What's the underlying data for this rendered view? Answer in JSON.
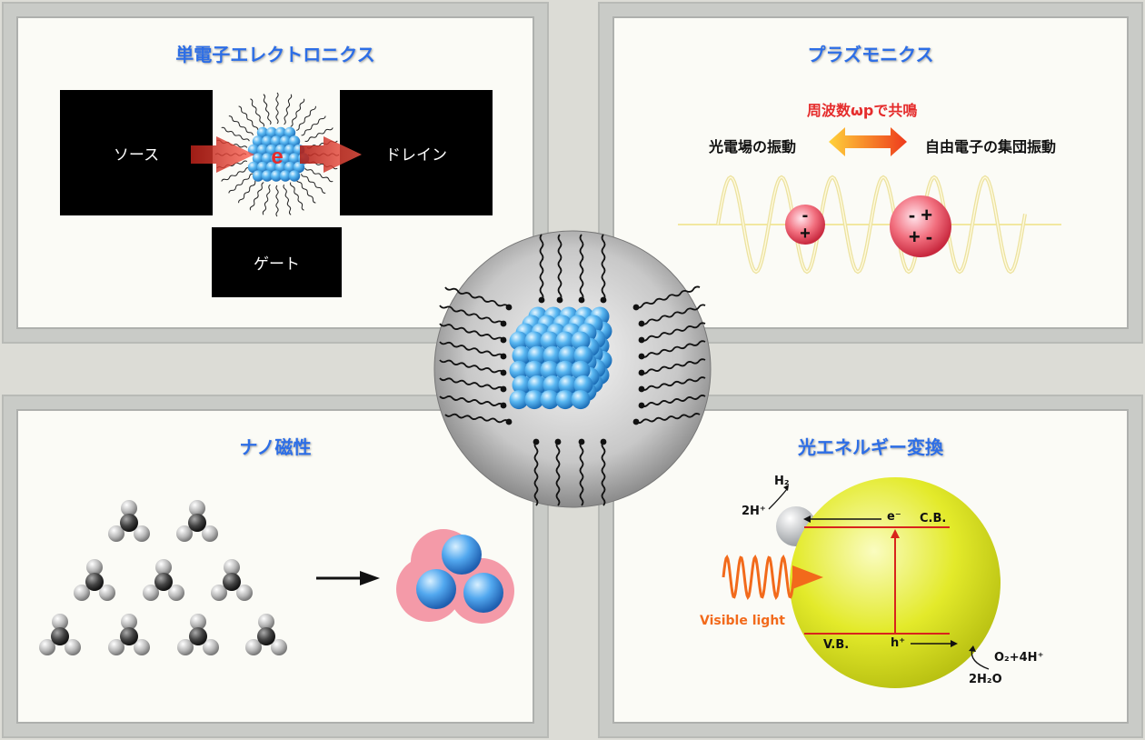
{
  "panels": {
    "set": {
      "title": "単電子エレクトロニクス",
      "source": "ソース",
      "drain": "ドレイン",
      "gate": "ゲート",
      "electron": "e"
    },
    "plasmonics": {
      "title": "プラズモニクス",
      "resonance": "周波数ωpで共鳴",
      "left_label": "光電場の振動",
      "right_label": "自由電子の集団振動",
      "small_particle_charges": [
        "-",
        "+"
      ],
      "large_particle_charges": [
        "- +",
        "+ -"
      ]
    },
    "nanomagnetism": {
      "title": "ナノ磁性"
    },
    "photoconversion": {
      "title": "光エネルギー変換",
      "h2": "H₂",
      "two_h_plus": "2H⁺",
      "e_minus": "e⁻",
      "cb": "C.B.",
      "vb": "V.B.",
      "h_plus": "h⁺",
      "o2": "O₂+4H⁺",
      "water": "2H₂O",
      "visible_light": "Visible light"
    }
  },
  "colors": {
    "title_blue": "#2d6ee6",
    "resonance_red": "#e52c2c",
    "visible_light_orange": "#f26a1b",
    "band_red": "#d8241c",
    "particle_blue": "#52b4f0"
  }
}
